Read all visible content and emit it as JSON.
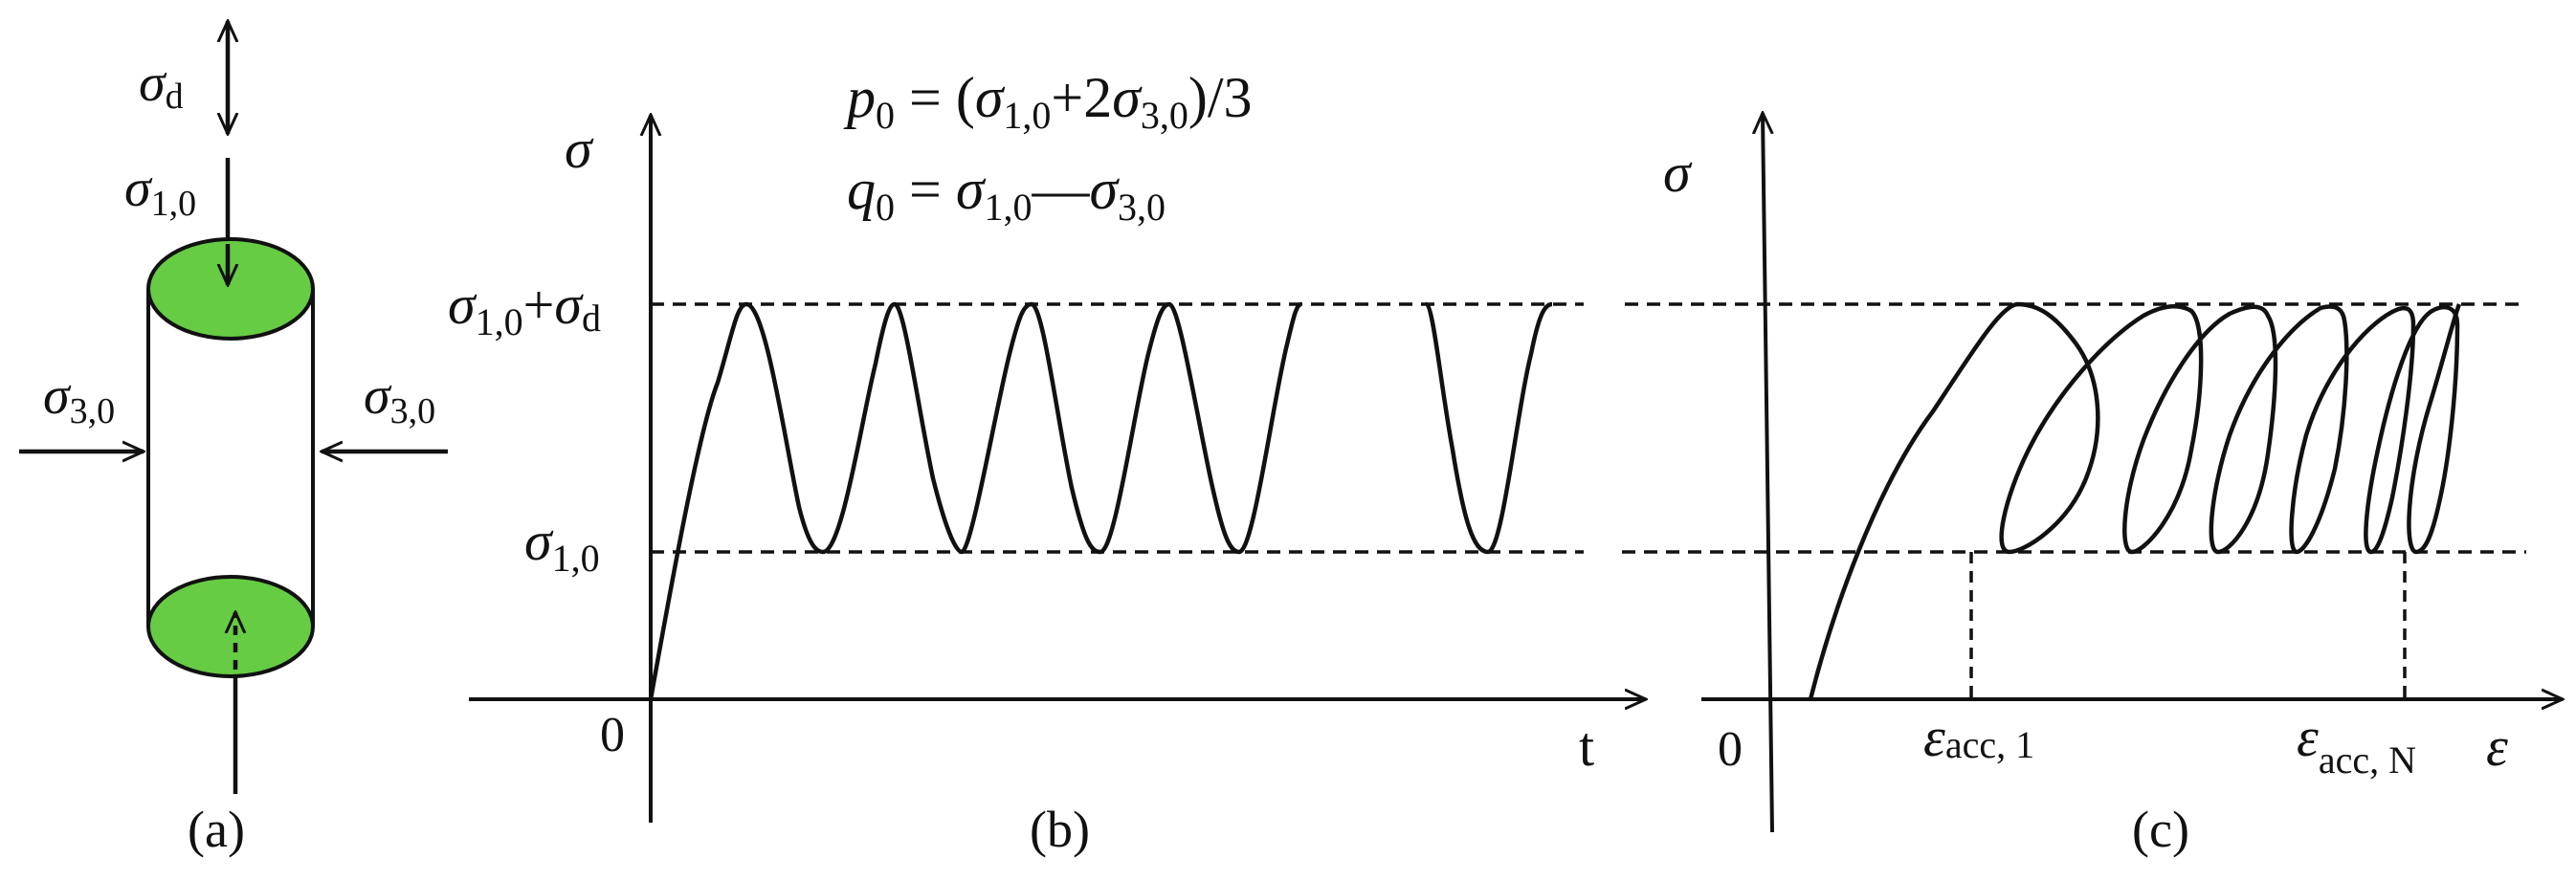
{
  "panel_a": {
    "caption": "(a)",
    "label_sigma_d": "σ",
    "label_sigma_d_sub": "d",
    "label_sigma_10": "σ",
    "label_sigma_10_sub": "1,0",
    "label_sigma_30_left": "σ",
    "label_sigma_30_left_sub": "3,0",
    "label_sigma_30_right": "σ",
    "label_sigma_30_right_sub": "3,0",
    "cap_color": "#66cc44"
  },
  "panel_b": {
    "caption": "(b)",
    "eq1": {
      "lhs": "p",
      "lhs_sub": "0",
      "t1": " = (",
      "s1": "σ",
      "s1_sub": "1,0",
      "t2": "+2",
      "s2": "σ",
      "s2_sub": "3,0",
      "t3": ")/3"
    },
    "eq2": {
      "lhs": "q",
      "lhs_sub": "0",
      "t1": " = ",
      "s1": "σ",
      "s1_sub": "1,0",
      "t2": "—",
      "s2": "σ",
      "s2_sub": "3,0"
    },
    "y_axis_label": "σ",
    "x_axis_label": "t",
    "origin_label": "0",
    "upper_level": {
      "a": "σ",
      "a_sub": "1,0",
      "plus": "+",
      "b": "σ",
      "b_sub": "d"
    },
    "lower_level": {
      "a": "σ",
      "a_sub": "1,0"
    }
  },
  "panel_c": {
    "caption": "(c)",
    "y_axis_label": "σ",
    "x_axis_label": "ε",
    "origin_label": "0",
    "tick_1": {
      "a": "ε",
      "sub": "acc, 1"
    },
    "tick_n": {
      "a": "ε",
      "sub": "acc, N"
    }
  }
}
